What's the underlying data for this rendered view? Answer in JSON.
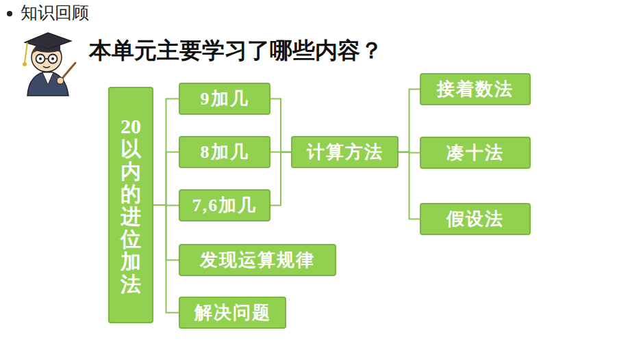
{
  "diagram": {
    "title": "本单元主要学习了哪些内容？",
    "nodes": [
      {
        "text": [
          "20以内的进位加法"
        ]
      },
      {
        "text": [
          "9加几"
        ]
      },
      {
        "text": [
          "8加几"
        ]
      },
      {
        "text": [
          "7,6加几"
        ]
      },
      {
        "text": [
          "发现运算规律"
        ]
      },
      {
        "text": [
          "解决问题"
        ]
      },
      {
        "text": [
          "计算方法"
        ]
      },
      {
        "text": [
          "接着数法"
        ]
      },
      {
        "text": [
          "凑十法"
        ]
      },
      {
        "text": [
          "假设法"
        ]
      }
    ],
    "edges": [
      {
        "from": 0,
        "to": 1,
        "arrow": "none"
      },
      {
        "from": 0,
        "to": 2,
        "arrow": "none"
      },
      {
        "from": 0,
        "to": 3,
        "arrow": "none"
      },
      {
        "from": 0,
        "to": 4,
        "arrow": "none"
      },
      {
        "from": 0,
        "to": 5,
        "arrow": "none"
      },
      {
        "from": 1,
        "to": 6,
        "arrow": "none"
      },
      {
        "from": 2,
        "to": 6,
        "arrow": "none"
      },
      {
        "from": 3,
        "to": 6,
        "arrow": "none"
      },
      {
        "from": 6,
        "to": 7,
        "arrow": "none"
      },
      {
        "from": 6,
        "to": 8,
        "arrow": "none"
      },
      {
        "from": 6,
        "to": 9,
        "arrow": "none"
      }
    ],
    "labels": [
      "知识回顾"
    ]
  }
}
